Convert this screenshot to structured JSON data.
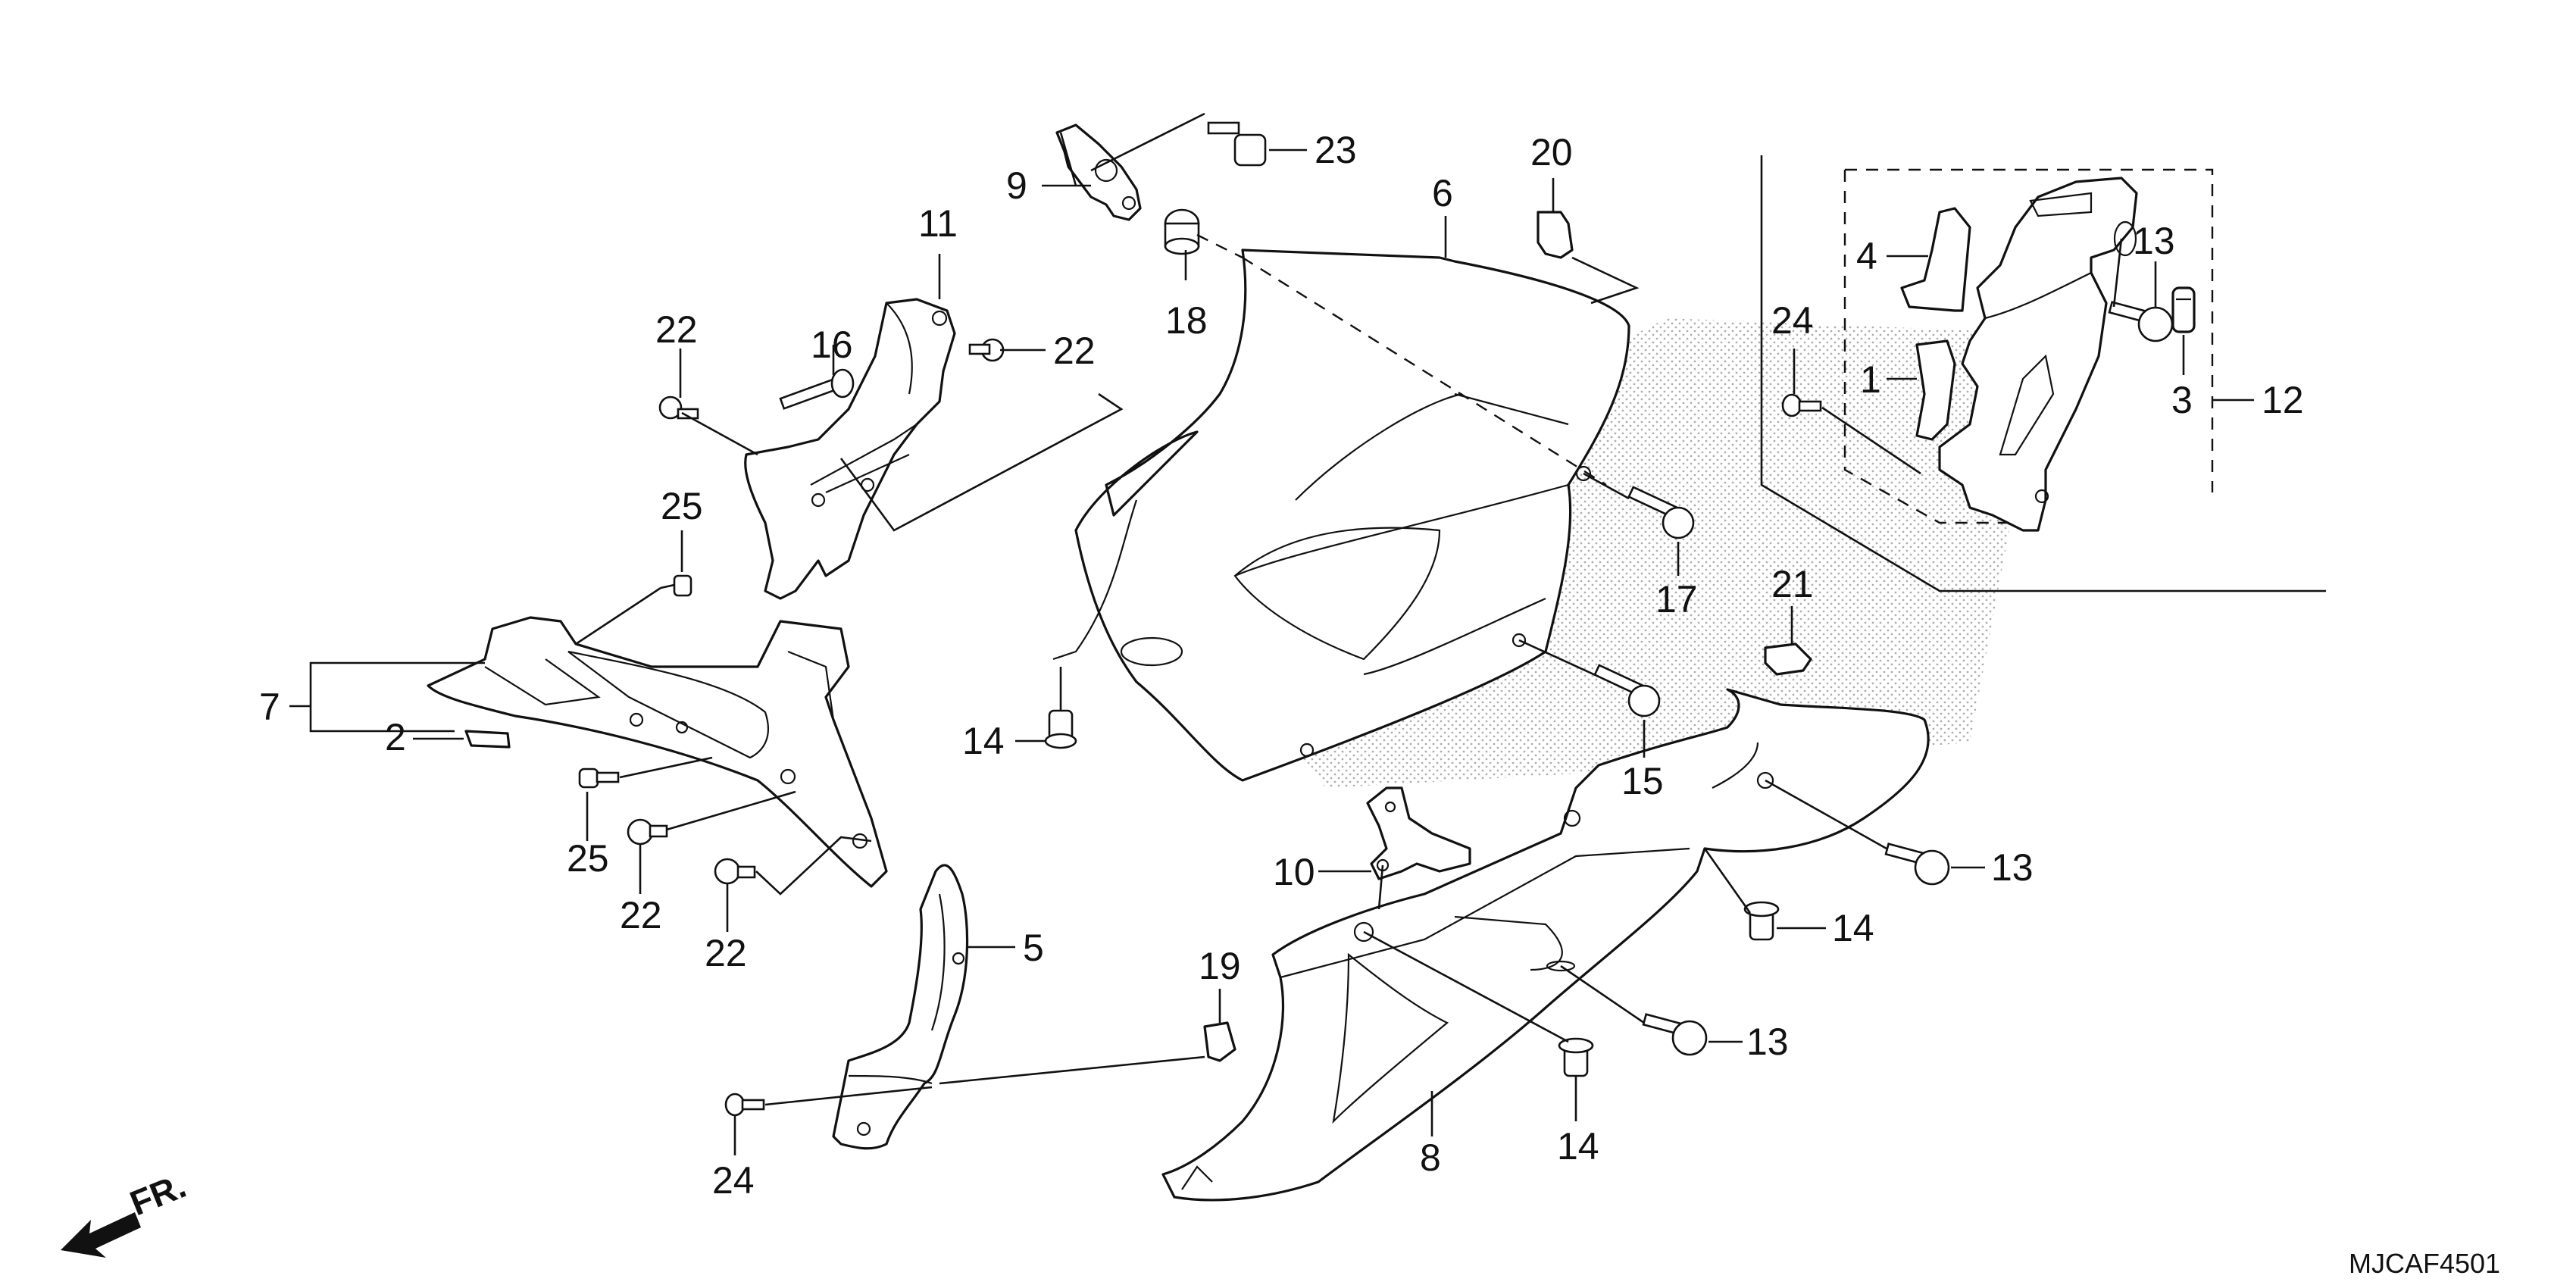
{
  "callouts": [
    {
      "id": "c1",
      "text": "1"
    },
    {
      "id": "c2",
      "text": "2"
    },
    {
      "id": "c3",
      "text": "3"
    },
    {
      "id": "c4",
      "text": "4"
    },
    {
      "id": "c5",
      "text": "5"
    },
    {
      "id": "c6",
      "text": "6"
    },
    {
      "id": "c7",
      "text": "7"
    },
    {
      "id": "c8",
      "text": "8"
    },
    {
      "id": "c9",
      "text": "9"
    },
    {
      "id": "c10",
      "text": "10"
    },
    {
      "id": "c11",
      "text": "11"
    },
    {
      "id": "c12",
      "text": "12"
    },
    {
      "id": "c13a",
      "text": "13"
    },
    {
      "id": "c13b",
      "text": "13"
    },
    {
      "id": "c13c",
      "text": "13"
    },
    {
      "id": "c14a",
      "text": "14"
    },
    {
      "id": "c14b",
      "text": "14"
    },
    {
      "id": "c14c",
      "text": "14"
    },
    {
      "id": "c15",
      "text": "15"
    },
    {
      "id": "c16",
      "text": "16"
    },
    {
      "id": "c17",
      "text": "17"
    },
    {
      "id": "c18",
      "text": "18"
    },
    {
      "id": "c19",
      "text": "19"
    },
    {
      "id": "c20",
      "text": "20"
    },
    {
      "id": "c21",
      "text": "21"
    },
    {
      "id": "c22a",
      "text": "22"
    },
    {
      "id": "c22b",
      "text": "22"
    },
    {
      "id": "c22c",
      "text": "22"
    },
    {
      "id": "c22d",
      "text": "22"
    },
    {
      "id": "c23",
      "text": "23"
    },
    {
      "id": "c24a",
      "text": "24"
    },
    {
      "id": "c24b",
      "text": "24"
    },
    {
      "id": "c25a",
      "text": "25"
    },
    {
      "id": "c25b",
      "text": "25"
    }
  ],
  "front_arrow_label": "FR.",
  "diagram_code": "MJCAF4501"
}
